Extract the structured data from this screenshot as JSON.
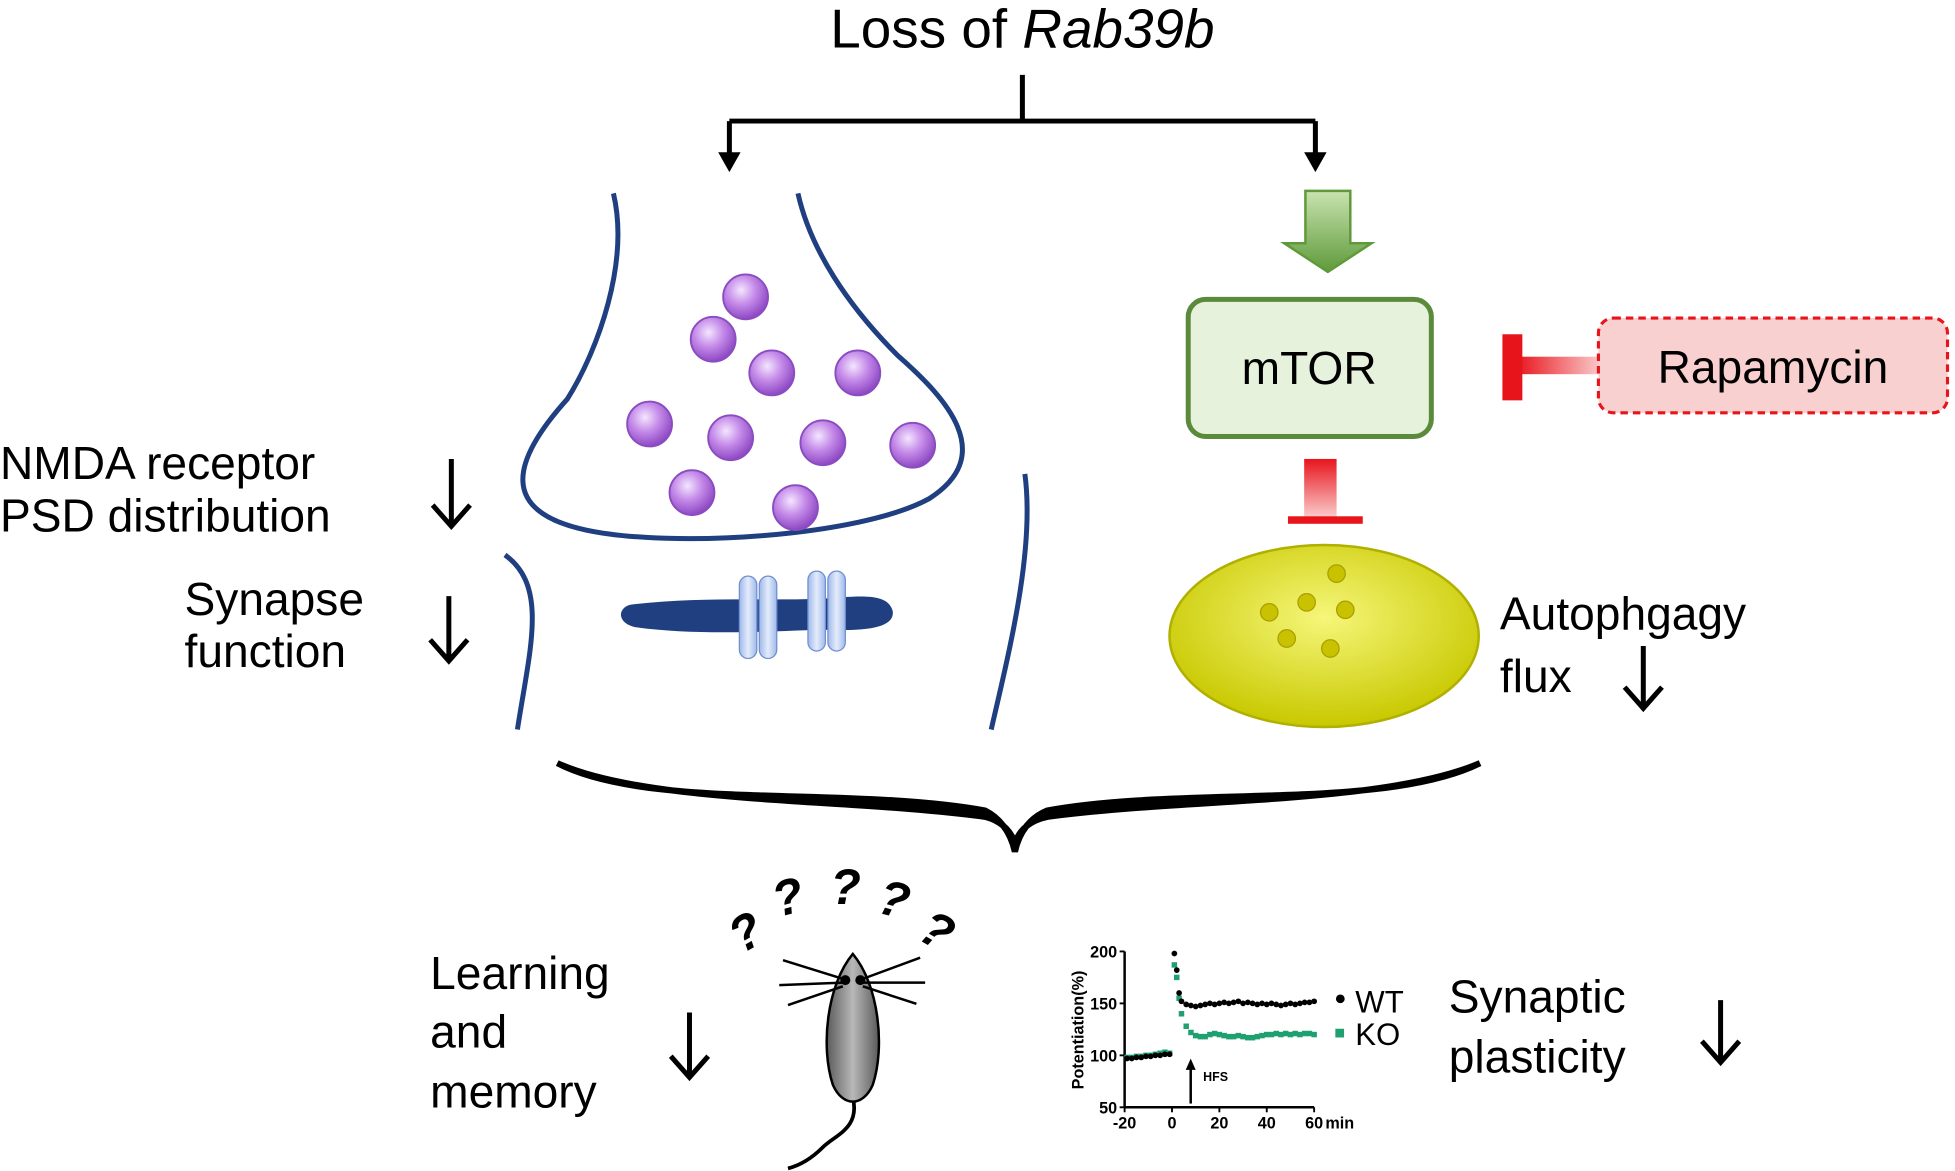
{
  "title": {
    "prefix": "Loss of ",
    "gene": "Rab39b"
  },
  "left_labels": {
    "nmda_line1": "NMDA receptor",
    "nmda_line2": "PSD distribution",
    "synapse_line1": "Synapse",
    "synapse_line2": "function"
  },
  "right_labels": {
    "mtor": "mTOR",
    "rapamycin": "Rapamycin",
    "autophagy_line1": "Autophgagy",
    "autophagy_line2": "flux"
  },
  "bottom_labels": {
    "learning_line1": "Learning",
    "learning_line2": "and",
    "learning_line3": "memory",
    "plasticity_line1": "Synaptic",
    "plasticity_line2": "plasticity",
    "question_mark": "?"
  },
  "colors": {
    "synapse_outline": "#1f3f80",
    "vesicle": "#b77de0",
    "mtor_border": "#5a8a3a",
    "mtor_fill": "#e6f2dc",
    "activation_arrow": "#6aa84f",
    "inhibit_red": "#e8141c",
    "rapamycin_fill": "#f9d0d0",
    "autophagosome": "#d8d800",
    "wt": "#000000",
    "ko": "#1fa070"
  },
  "chart_data": {
    "type": "scatter",
    "ylabel": "Potentiation(%)",
    "xlabel": "min",
    "xlim": [
      -20,
      60
    ],
    "ylim": [
      50,
      200
    ],
    "xticks": [
      "-20",
      "0",
      "20",
      "40",
      "60"
    ],
    "yticks": [
      "200",
      "150",
      "100",
      "50"
    ],
    "annotation": "HFS",
    "annotation_x": 8,
    "legend": "right",
    "series": [
      {
        "name": "WT",
        "marker": "circle",
        "x": [
          -19,
          -17,
          -15,
          -13,
          -11,
          -9,
          -7,
          -5,
          -3,
          -1,
          1,
          2,
          3,
          4,
          6,
          8,
          10,
          12,
          14,
          16,
          18,
          20,
          22,
          24,
          26,
          28,
          30,
          32,
          34,
          36,
          38,
          40,
          42,
          44,
          46,
          48,
          50,
          52,
          54,
          56,
          58,
          60
        ],
        "y": [
          97,
          97,
          98,
          98,
          99,
          99,
          100,
          100,
          101,
          101,
          198,
          182,
          160,
          152,
          149,
          148,
          147,
          148,
          149,
          150,
          149,
          150,
          151,
          150,
          151,
          152,
          150,
          151,
          150,
          149,
          150,
          149,
          150,
          149,
          148,
          149,
          150,
          149,
          150,
          151,
          151,
          152
        ]
      },
      {
        "name": "KO",
        "marker": "square",
        "x": [
          -19,
          -17,
          -15,
          -13,
          -11,
          -9,
          -7,
          -5,
          -3,
          -1,
          1,
          2,
          3,
          4,
          6,
          8,
          10,
          12,
          14,
          16,
          18,
          20,
          22,
          24,
          26,
          28,
          30,
          32,
          34,
          36,
          38,
          40,
          42,
          44,
          46,
          48,
          50,
          52,
          54,
          56,
          58,
          60
        ],
        "y": [
          98,
          98,
          99,
          99,
          100,
          100,
          101,
          102,
          103,
          102,
          187,
          175,
          155,
          140,
          128,
          122,
          119,
          118,
          118,
          120,
          121,
          120,
          119,
          118,
          118,
          119,
          118,
          117,
          117,
          118,
          119,
          120,
          120,
          121,
          120,
          121,
          120,
          121,
          120,
          121,
          121,
          120
        ]
      }
    ]
  }
}
